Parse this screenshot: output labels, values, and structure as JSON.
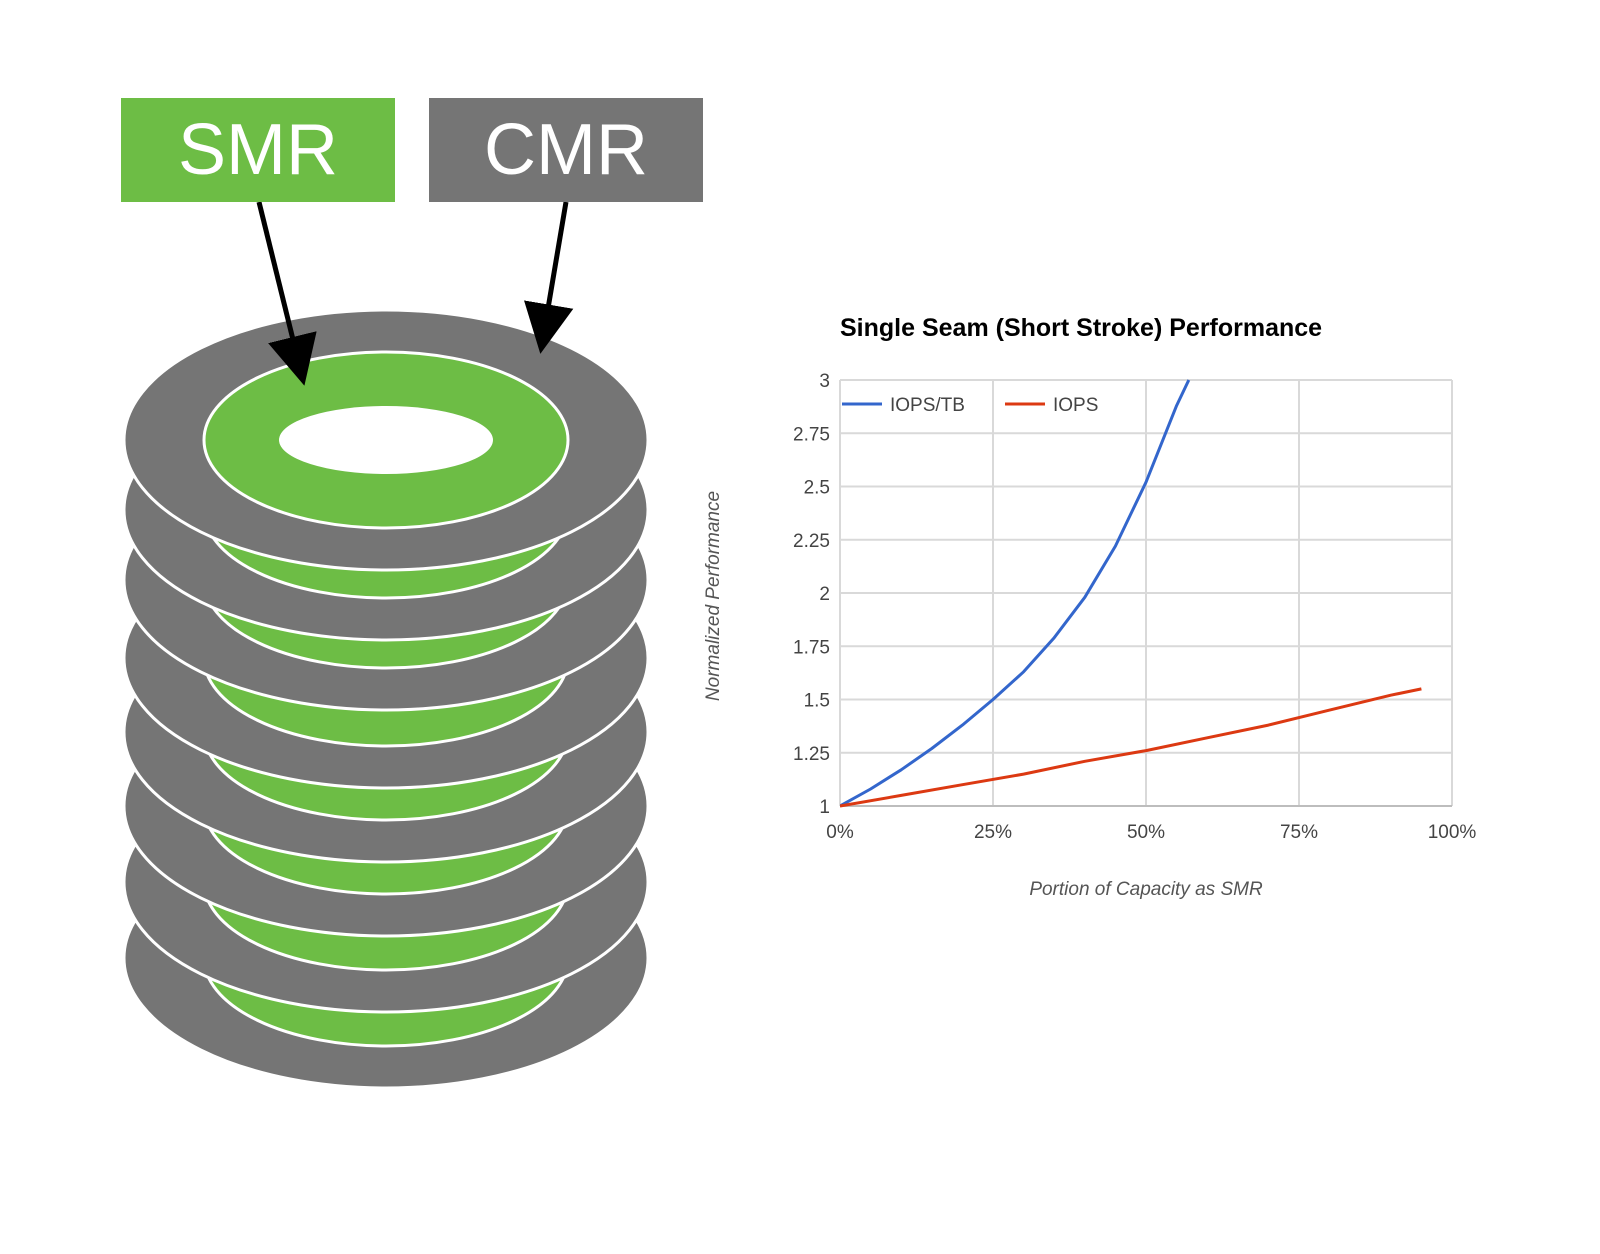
{
  "labels": {
    "smr": "SMR",
    "cmr": "CMR"
  },
  "colors": {
    "smr_green": "#6dbd45",
    "cmr_gray": "#757575",
    "iops_tb": "#3366cc",
    "iops": "#dc3912",
    "grid": "#d9d9d9"
  },
  "chart_data": {
    "type": "line",
    "title": "Single Seam (Short Stroke) Performance",
    "xlabel": "Portion of Capacity as SMR",
    "ylabel": "Normalized Performance",
    "xlim": [
      0,
      1
    ],
    "ylim": [
      1,
      3
    ],
    "x_ticks": [
      {
        "value": 0,
        "label": "0%"
      },
      {
        "value": 0.25,
        "label": "25%"
      },
      {
        "value": 0.5,
        "label": "50%"
      },
      {
        "value": 0.75,
        "label": "75%"
      },
      {
        "value": 1,
        "label": "100%"
      }
    ],
    "y_ticks": [
      {
        "value": 1,
        "label": "1"
      },
      {
        "value": 1.25,
        "label": "1.25"
      },
      {
        "value": 1.5,
        "label": "1.5"
      },
      {
        "value": 1.75,
        "label": "1.75"
      },
      {
        "value": 2,
        "label": "2"
      },
      {
        "value": 2.25,
        "label": "2.25"
      },
      {
        "value": 2.5,
        "label": "2.5"
      },
      {
        "value": 2.75,
        "label": "2.75"
      },
      {
        "value": 3,
        "label": "3"
      }
    ],
    "grid": true,
    "legend_position": "top-left",
    "series": [
      {
        "name": "IOPS/TB",
        "color": "#3366cc",
        "x": [
          0,
          0.05,
          0.1,
          0.15,
          0.2,
          0.25,
          0.3,
          0.35,
          0.4,
          0.45,
          0.5,
          0.55,
          0.57
        ],
        "y": [
          1,
          1.08,
          1.17,
          1.27,
          1.38,
          1.5,
          1.63,
          1.79,
          1.98,
          2.22,
          2.52,
          2.88,
          3.0
        ]
      },
      {
        "name": "IOPS",
        "color": "#dc3912",
        "x": [
          0,
          0.1,
          0.2,
          0.3,
          0.4,
          0.5,
          0.6,
          0.7,
          0.8,
          0.9,
          0.95
        ],
        "y": [
          1,
          1.05,
          1.1,
          1.15,
          1.21,
          1.26,
          1.32,
          1.38,
          1.45,
          1.52,
          1.55
        ]
      }
    ]
  }
}
